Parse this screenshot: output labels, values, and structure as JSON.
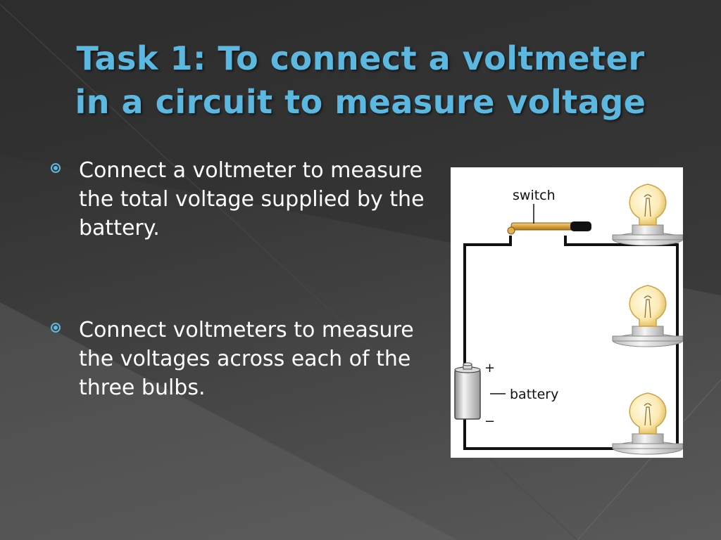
{
  "slide": {
    "title_line1": "Task 1: To connect a voltmeter",
    "title_line2": "in a circuit to measure voltage"
  },
  "bullets": [
    {
      "text": "Connect a voltmeter to measure the total voltage supplied by the battery."
    },
    {
      "text": "Connect voltmeters to measure the voltages across each of the three bulbs."
    }
  ],
  "diagram": {
    "switch_label": "switch",
    "battery_label": "battery",
    "plus_sign": "+",
    "minus_sign": "−"
  },
  "colors": {
    "title": "#5bb8e0",
    "bullet_marker": "#5bb8e0",
    "text": "#ffffff"
  }
}
